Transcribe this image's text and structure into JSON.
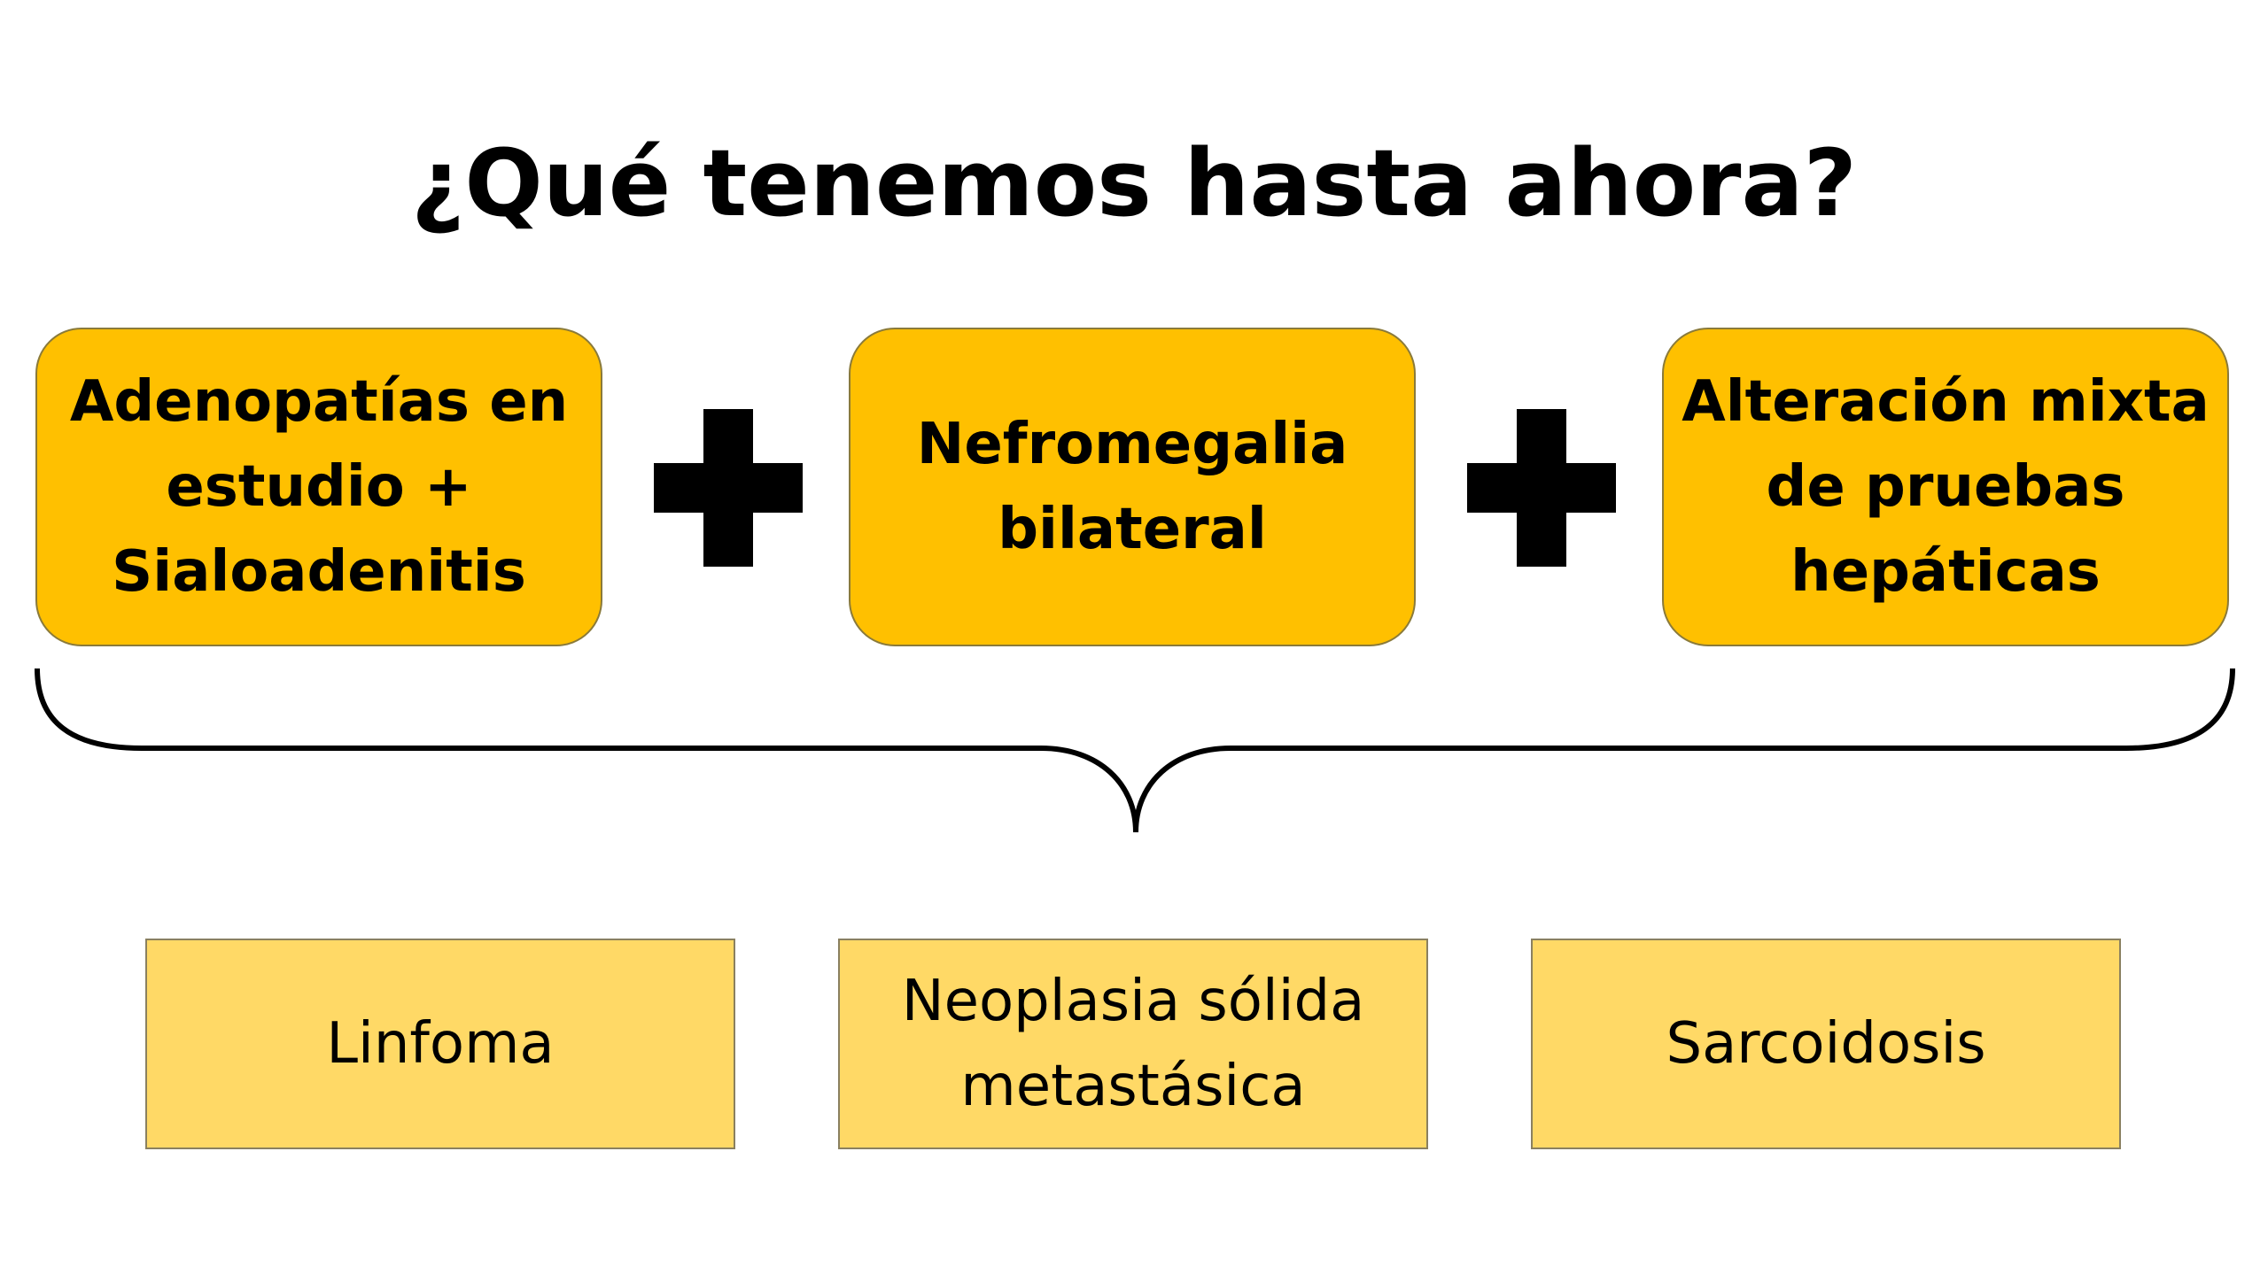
{
  "title": "¿Qué tenemos hasta ahora?",
  "colors": {
    "finding_fill": "#FFC000",
    "candidate_fill": "#FFD966",
    "ink": "#000000"
  },
  "findings": [
    {
      "label": "Adenopatías en estudio + Sialoadenitis"
    },
    {
      "label": "Nefromegalia bilateral"
    },
    {
      "label": "Alteración mixta de pruebas hepáticas"
    }
  ],
  "candidates": [
    {
      "label": "Linfoma"
    },
    {
      "label": "Neoplasia sólida metastásica"
    },
    {
      "label": "Sarcoidosis"
    }
  ]
}
